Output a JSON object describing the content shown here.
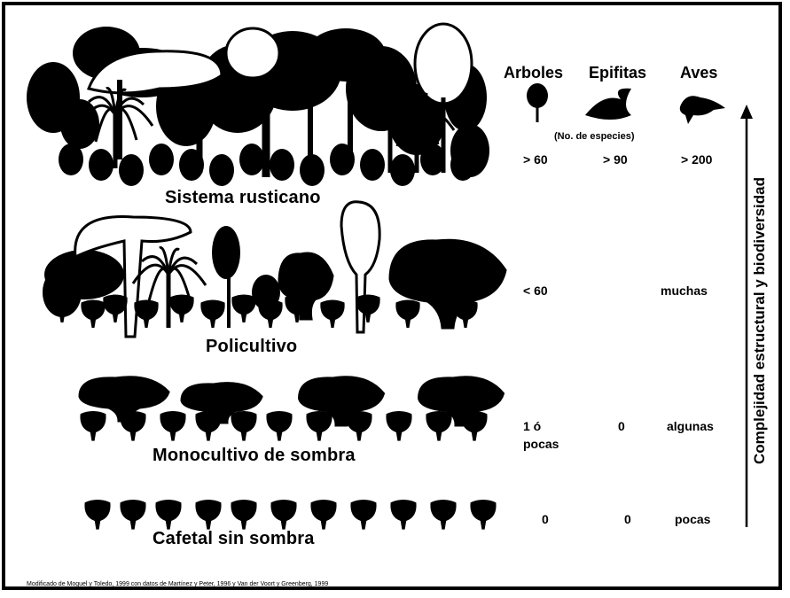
{
  "figure": {
    "systems": [
      {
        "name": "Sistema rusticano",
        "arboles": "> 60",
        "epifitas": "> 90",
        "aves": "> 200"
      },
      {
        "name": "Policultivo",
        "arboles": "< 60",
        "epifitas": "",
        "aves": "muchas"
      },
      {
        "name": "Monocultivo de sombra",
        "arboles": "1 ó",
        "arboles_2": "pocas",
        "epifitas": "0",
        "aves": "algunas"
      },
      {
        "name": "Cafetal sin sombra",
        "arboles": "0",
        "epifitas": "0",
        "aves": "pocas"
      }
    ],
    "headers": {
      "arboles": "Arboles",
      "epifitas": "Epifitas",
      "aves": "Aves",
      "species_note": "(No. de especies)"
    },
    "axis_label": "Complejidad estructural y biodiversidad",
    "credit": "Modificado de Moguel y Toledo, 1999 con datos de Martínez y Peter, 1996 y Van der Voort y Greenberg, 1999",
    "colors": {
      "ink": "#000000",
      "background": "#ffffff"
    }
  }
}
